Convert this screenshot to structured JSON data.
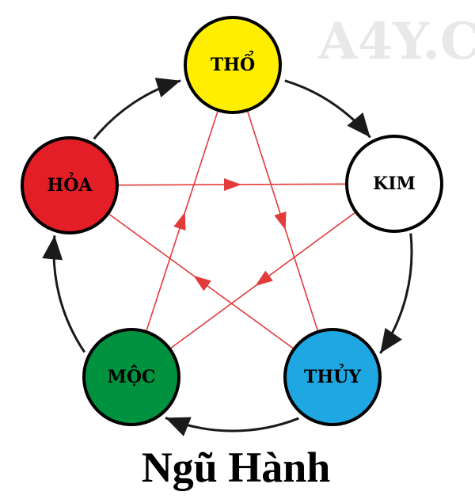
{
  "watermark": "A4Y.C",
  "title": "Ngũ Hành",
  "elements": {
    "tho": {
      "label": "THỔ",
      "fill": "#ffee00",
      "text_color": "#000000"
    },
    "kim": {
      "label": "KIM",
      "fill": "#ffffff",
      "text_color": "#000000"
    },
    "thuy": {
      "label": "THỦY",
      "fill": "#1ea7e1",
      "text_color": "#000000"
    },
    "moc": {
      "label": "MỘC",
      "fill": "#00923f",
      "text_color": "#000000"
    },
    "hoa": {
      "label": "HỎA",
      "fill": "#e41e26",
      "text_color": "#000000"
    }
  },
  "colors": {
    "generating_cycle": "#1a1a1a",
    "overcoming_cycle": "#e23b3b",
    "node_stroke": "#000000",
    "watermark": "#e8e8e8"
  },
  "relations": {
    "generating": [
      {
        "from": "tho",
        "to": "kim"
      },
      {
        "from": "kim",
        "to": "thuy"
      },
      {
        "from": "thuy",
        "to": "moc"
      },
      {
        "from": "moc",
        "to": "hoa"
      },
      {
        "from": "hoa",
        "to": "tho"
      }
    ],
    "overcoming": [
      {
        "from": "hoa",
        "to": "kim"
      },
      {
        "from": "kim",
        "to": "moc"
      },
      {
        "from": "moc",
        "to": "tho"
      },
      {
        "from": "tho",
        "to": "thuy"
      },
      {
        "from": "thuy",
        "to": "hoa"
      }
    ]
  }
}
